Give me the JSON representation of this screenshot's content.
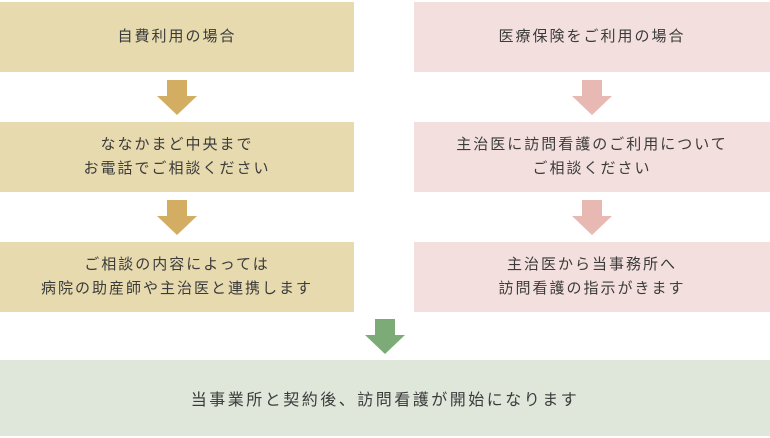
{
  "diagram": {
    "columns": [
      {
        "id": "self-pay",
        "steps": [
          {
            "lines": [
              "自費利用の場合"
            ]
          },
          {
            "lines": [
              "ななかまど中央まで",
              "お電話でご相談ください"
            ]
          },
          {
            "lines": [
              "ご相談の内容によっては",
              "病院の助産師や主治医と連携します"
            ]
          }
        ]
      },
      {
        "id": "insurance",
        "steps": [
          {
            "lines": [
              "医療保険をご利用の場合"
            ]
          },
          {
            "lines": [
              "主治医に訪問看護のご利用について",
              "ご相談ください"
            ]
          },
          {
            "lines": [
              "主治医から当事務所へ",
              "訪問看護の指示がきます"
            ]
          }
        ]
      }
    ],
    "final": {
      "text": "当事業所と契約後、訪問看護が開始になります"
    },
    "colors": {
      "self_pay_box": "#e6daae",
      "self_pay_arrow": "#d2ad62",
      "insurance_box": "#f3e0de",
      "insurance_arrow": "#e8b8b3",
      "final_arrow": "#7dab77",
      "final_box": "#dfe6da",
      "text": "#3b3b3b"
    }
  }
}
